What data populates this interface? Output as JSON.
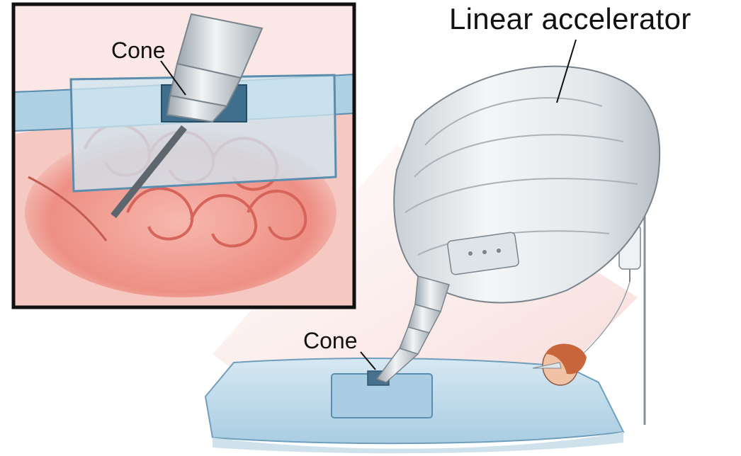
{
  "labels": {
    "linear_accelerator": "Linear accelerator",
    "cone_inset": "Cone",
    "cone_main": "Cone"
  },
  "colors": {
    "drape": "#bcd9ea",
    "drape_dark": "#8fb9d2",
    "machine": "#e9ecee",
    "machine_shadow": "#b9c0c6",
    "beam": "#f6d7d4",
    "tissue": "#ef9a8f",
    "tissue_dark": "#d7645a",
    "skin": "#f2c2a6",
    "hair": "#c9653a",
    "frame": "#111111"
  }
}
